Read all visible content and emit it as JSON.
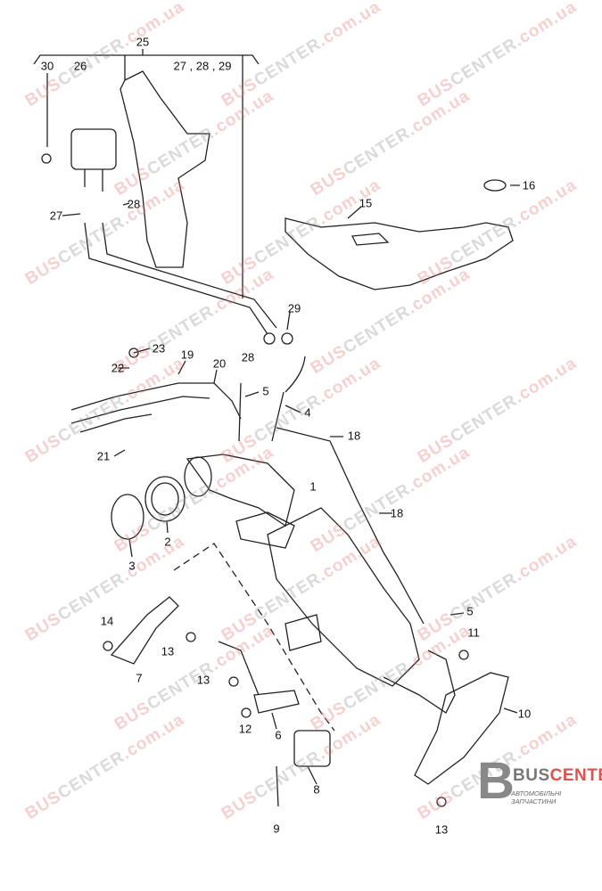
{
  "watermark": {
    "text_a": "BUS",
    "text_b": "CENTER",
    "text_c": ".com.ua"
  },
  "logo": {
    "letter": "B",
    "brand_a": "BUS",
    "brand_b": "CENTER",
    "tagline": "АВТОМОБІЛЬНІ ЗАПЧАСТИНИ"
  },
  "colors": {
    "watermark": "#e67878",
    "brand_red": "#d9534f",
    "brand_gray": "#777777"
  },
  "labels": [
    "25",
    "30",
    "26",
    "27 , 28 , 29",
    "16",
    "15",
    "28",
    "27",
    "29",
    "23",
    "28",
    "19",
    "20",
    "22",
    "5",
    "4",
    "18",
    "21",
    "1",
    "18",
    "3",
    "2",
    "5",
    "14",
    "11",
    "13",
    "7",
    "13",
    "10",
    "12",
    "6",
    "8",
    "13",
    "9"
  ]
}
